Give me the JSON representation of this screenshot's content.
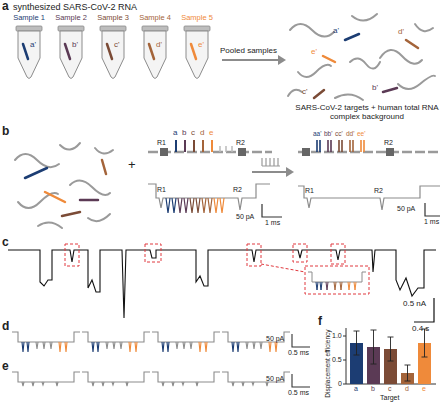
{
  "diagram": {
    "nodes": [
      {
        "text": [
          "Sample 1",
          "a'"
        ]
      },
      {
        "text": [
          "Sample 2",
          "b'"
        ]
      },
      {
        "text": [
          "Sample 3",
          "c'"
        ]
      },
      {
        "text": [
          "Sample 4",
          "d'"
        ]
      },
      {
        "text": [
          "Sample 5",
          "e'"
        ]
      }
    ],
    "labels": [
      "a",
      "synthesized SARS-CoV-2 RNA",
      "Pooled samples",
      "SARS-CoV-2 targets + human total RNA complex background",
      "a'",
      "e'",
      "d'",
      "b'",
      "c'",
      "b",
      "+",
      "R1",
      "a",
      "b",
      "c",
      "d",
      "e",
      "R2",
      "aa'",
      "bb'",
      "cc'",
      "dd'",
      "ee'",
      "R2",
      "R1",
      "R2",
      "50 pA",
      "1 ms",
      "R1",
      "R2",
      "50 pA",
      "1 ms",
      "c",
      "0.5 nA",
      "0.4 s",
      "d",
      "50 pA",
      "0.5 ms",
      "e",
      "50 pA",
      "0.5 ms",
      "f",
      "Displacement efficiency",
      "1.0",
      "0.5",
      "0",
      "a",
      "b",
      "c",
      "d",
      "e",
      "Target"
    ]
  }
}
